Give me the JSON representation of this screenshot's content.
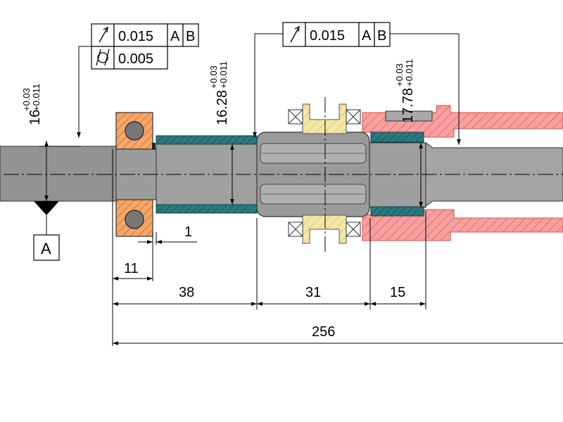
{
  "colors": {
    "shaft": "#8f8f8f",
    "shaft_light": "#a6a6a6",
    "bearing_hatch": "#ef8a3c",
    "bearing_ball": "#777777",
    "sleeve": "#1f6f78",
    "gear": "#f2e6a0",
    "housing": "#f08080",
    "line": "#000000"
  },
  "tolerances": {
    "fcf_left": {
      "runout_value": "0.015",
      "datum_a": "A",
      "datum_b": "B",
      "cylindricity_value": "0.005"
    },
    "fcf_right": {
      "runout_value": "0.015",
      "datum_a": "A",
      "datum_b": "B"
    }
  },
  "diameters": {
    "d1": {
      "nominal": "16",
      "upper": "+0.03",
      "lower": "+0.011"
    },
    "d2": {
      "nominal": "16.28",
      "upper": "+0.03",
      "lower": "+0.011"
    },
    "d3": {
      "nominal": "17.78",
      "upper": "+0.03",
      "lower": "+0.011"
    }
  },
  "datum": {
    "label": "A"
  },
  "dimensions": {
    "gap": "1",
    "bearing_width": "11",
    "seg_38": "38",
    "seg_31": "31",
    "seg_15": "15",
    "overall": "256"
  }
}
